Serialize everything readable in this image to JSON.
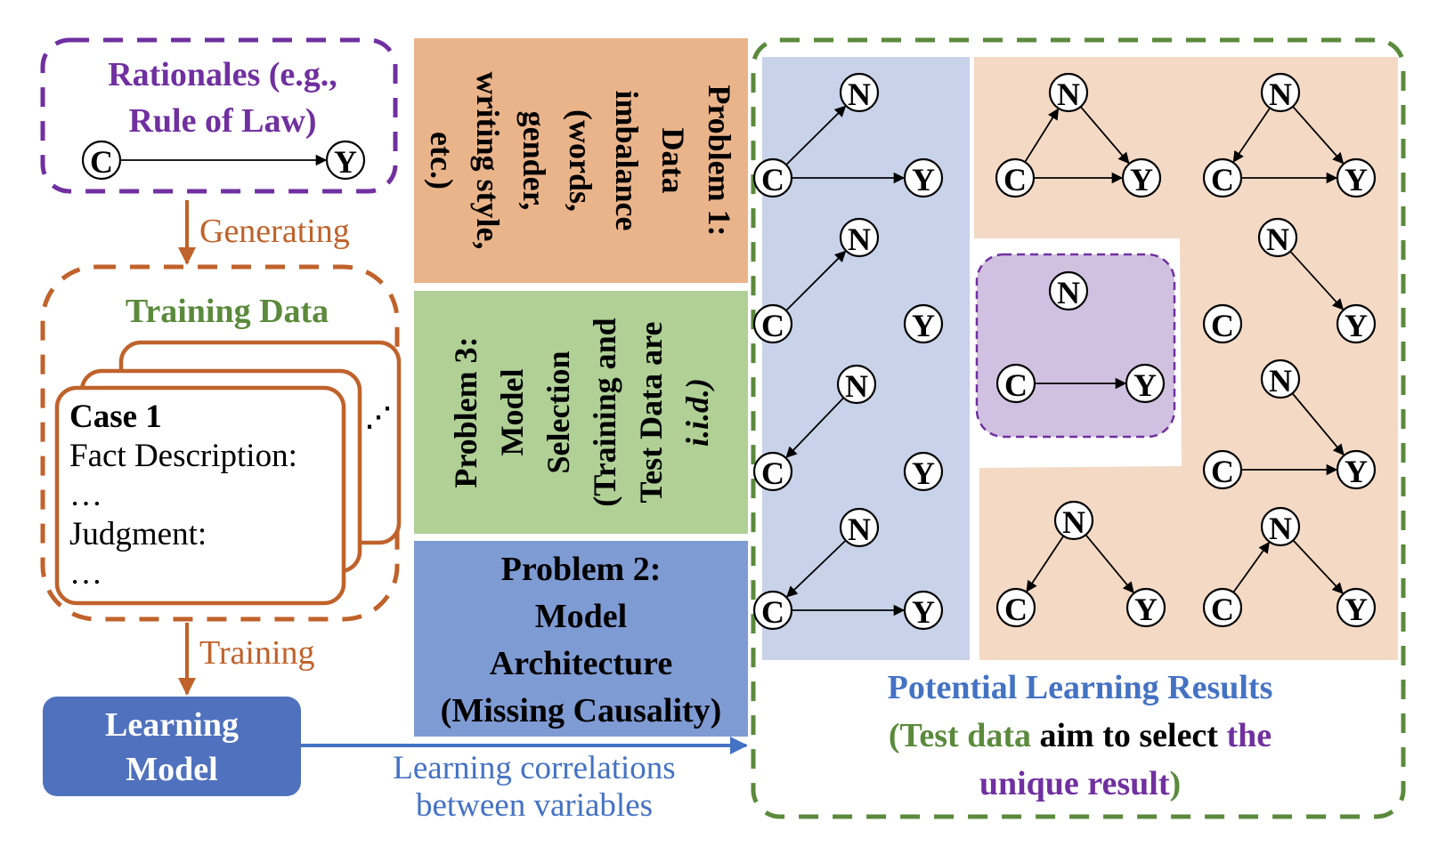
{
  "rationales": {
    "title_line1": "Rationales (e.g.,",
    "title_line2": "Rule of Law)",
    "graph": {
      "nodes": [
        "C",
        "Y"
      ],
      "edges": [
        [
          "C",
          "Y"
        ]
      ]
    }
  },
  "arrows": {
    "generating": "Generating",
    "training": "Training",
    "learning_correlations_line1": "Learning correlations",
    "learning_correlations_line2": "between variables"
  },
  "training_data": {
    "title": "Training Data",
    "case_title": "Case 1",
    "fact_label": "Fact Description:",
    "ellipsis1": "…",
    "judgment_label": "Judgment:",
    "ellipsis2": "…",
    "more_indicator": "⋰"
  },
  "learning_model": {
    "line1": "Learning",
    "line2": "Model"
  },
  "problems": {
    "p1": {
      "lines": [
        "Problem 1:",
        "Data",
        "imbalance",
        "(words,",
        "gender,",
        "writing style,",
        "etc.)"
      ]
    },
    "p3": {
      "lines": [
        "Problem 3:",
        "Model",
        "Selection",
        "(Training and",
        "Test Data are",
        "i.i.d.)"
      ]
    },
    "p2": {
      "lines": [
        "Problem 2:",
        "Model",
        "Architecture",
        "(Missing Causality)"
      ]
    }
  },
  "results": {
    "title": "Potential Learning Results",
    "subtitle_part1": "(Test data",
    "subtitle_part2": " aim to select ",
    "subtitle_part3": "the",
    "subtitle_part4": "unique result",
    "subtitle_part5": ")",
    "graphs": [
      {
        "group": "blue",
        "edges": [
          [
            "C",
            "N"
          ],
          [
            "C",
            "Y"
          ]
        ]
      },
      {
        "group": "blue",
        "edges": [
          [
            "C",
            "N"
          ]
        ]
      },
      {
        "group": "blue",
        "edges": [
          [
            "N",
            "C"
          ]
        ]
      },
      {
        "group": "blue",
        "edges": [
          [
            "N",
            "C"
          ],
          [
            "C",
            "Y"
          ]
        ]
      },
      {
        "group": "orange",
        "edges": [
          [
            "C",
            "N"
          ],
          [
            "N",
            "Y"
          ],
          [
            "C",
            "Y"
          ]
        ]
      },
      {
        "group": "orange",
        "edges": [
          [
            "N",
            "C"
          ],
          [
            "N",
            "Y"
          ],
          [
            "C",
            "Y"
          ]
        ]
      },
      {
        "group": "orange",
        "edges": [
          [
            "N",
            "Y"
          ]
        ]
      },
      {
        "group": "orange",
        "edges": [
          [
            "N",
            "Y"
          ],
          [
            "C",
            "Y"
          ]
        ]
      },
      {
        "group": "orange",
        "edges": [
          [
            "N",
            "C"
          ],
          [
            "N",
            "Y"
          ]
        ]
      },
      {
        "group": "orange",
        "edges": [
          [
            "C",
            "N"
          ],
          [
            "N",
            "Y"
          ]
        ]
      },
      {
        "group": "purple-unique",
        "edges": [
          [
            "C",
            "Y"
          ]
        ]
      }
    ]
  },
  "colors": {
    "purple": "#7030A0",
    "green": "#5B8A3C",
    "orange": "#C0622B",
    "blue": "#4472C4",
    "problem1_bg": "#EAB48A",
    "problem3_bg": "#B0D096",
    "problem2_bg": "#7F9BD4",
    "blue_panel": "#C8D3EA",
    "orange_panel": "#F4D9C4",
    "unique_panel": "#D1C1E0",
    "model_box": "#4F71BE"
  }
}
